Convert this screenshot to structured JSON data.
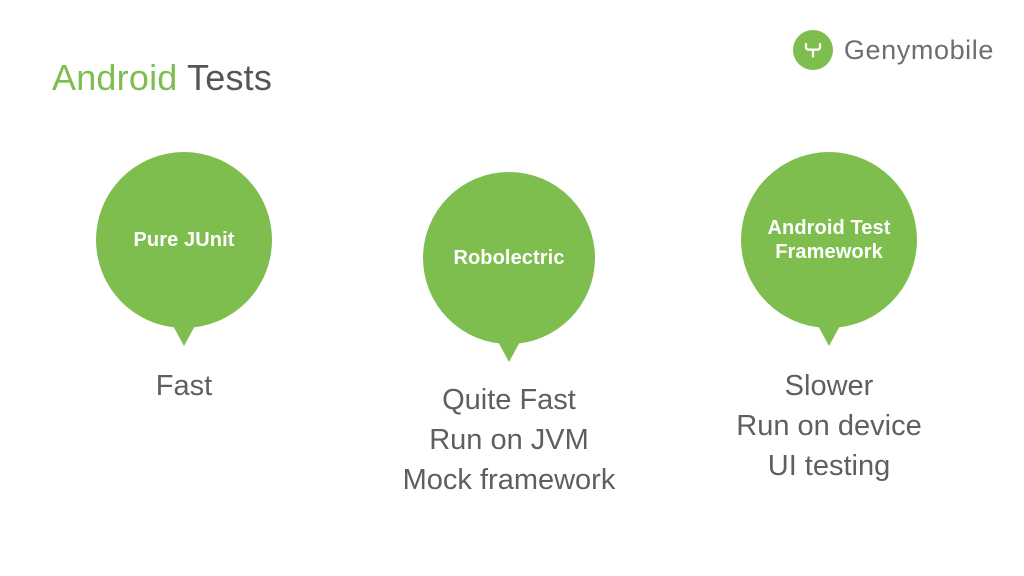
{
  "slide": {
    "background_color": "#ffffff",
    "title": {
      "highlight": "Android",
      "rest": " Tests",
      "highlight_color": "#7DBE4F",
      "rest_color": "#565656"
    },
    "brand": {
      "name": "Genymobile",
      "mark_icon": "genymobile-antenna-icon",
      "mark_color": "#7DBE4F",
      "wordmark_color": "#6E6E72"
    },
    "accent_color": "#7DBE4F",
    "body_text_color": "#5F5F5F",
    "columns": [
      {
        "bubble_label": "Pure JUnit",
        "caption": "Fast"
      },
      {
        "bubble_label": "Robolectric",
        "caption": "Quite Fast\nRun on JVM\nMock framework"
      },
      {
        "bubble_label": "Android Test\nFramework",
        "caption": "Slower\nRun on device\nUI testing"
      }
    ]
  }
}
